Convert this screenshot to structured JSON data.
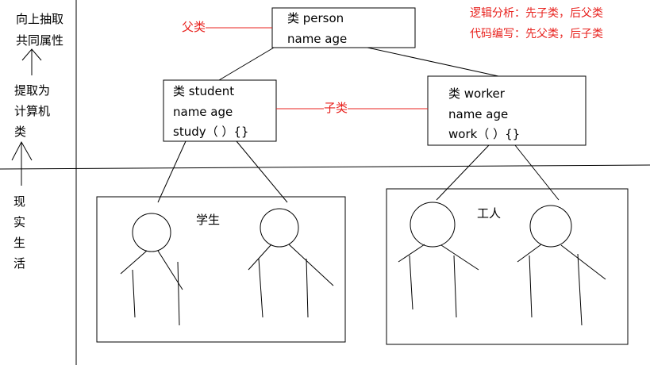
{
  "left_labels": {
    "abstract_up": [
      "向上抽取",
      "共同属性"
    ],
    "extract_as": [
      "提取为",
      "计算机",
      "类"
    ],
    "reality": [
      "现",
      "实",
      "生",
      "活"
    ]
  },
  "classes": {
    "person": {
      "lines": [
        "类 person",
        "name  age"
      ]
    },
    "student": {
      "lines": [
        "类 student",
        "name  age",
        "study（ ）{}"
      ]
    },
    "worker": {
      "lines": [
        "类 worker",
        "name  age",
        "work（ ）{}"
      ]
    }
  },
  "relation_labels": {
    "parent": "父类",
    "child": "子类"
  },
  "notes": [
    "逻辑分析：先子类，后父类",
    "代码编写：先父类，后子类"
  ],
  "groups": {
    "students": "学生",
    "workers": "工人"
  },
  "colors": {
    "annotation": "#e8231f",
    "lines": "#000000",
    "background": "#ffffff"
  }
}
